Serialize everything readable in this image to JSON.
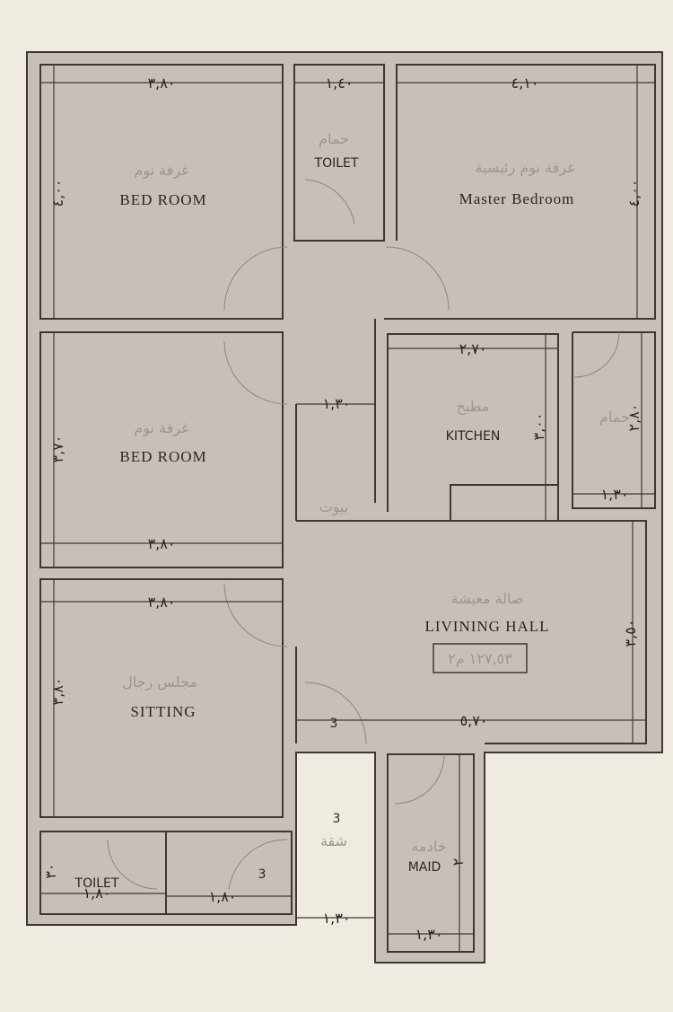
{
  "rooms": {
    "bedroom1": {
      "ar": "غرفة نوم",
      "en": "BED ROOM",
      "width": "٣,٨٠",
      "height": "٤,٠٠"
    },
    "master": {
      "ar": "غرفة نوم رئيسية",
      "en": "Master Bedroom",
      "width": "٤,١٠",
      "height": "٤,٠٠"
    },
    "toilet_top": {
      "ar": "حمام",
      "en": "TOILET",
      "width": "١,٤٠"
    },
    "bedroom2": {
      "ar": "غرفة نوم",
      "en": "BED ROOM",
      "width_top": "١,٣٠",
      "width": "٣,٨٠",
      "height": "٣,٧٠"
    },
    "kitchen": {
      "ar": "مطبخ",
      "en": "KITCHEN",
      "width": "٢,٧٠",
      "height": "٣,٠٠"
    },
    "bath_right": {
      "ar": "حمام",
      "width": "١,٣٠",
      "height": "٢,٨٠"
    },
    "living": {
      "ar": "صالة معيشة",
      "en": "LIVINING HALL",
      "area": "١٢٧,٥٣ م٢",
      "width": "٥,٧٠",
      "height": "٣,٥٠"
    },
    "sitting": {
      "ar": "مجلس رجال",
      "en": "SITTING",
      "width": "٣,٨٠",
      "height": "٣,٨٠"
    },
    "toilet_bottom": {
      "en": "TOILET",
      "width": "١,٨٠",
      "height": "٣٠"
    },
    "corridor_bottom": {
      "width": "١,٨٠",
      "stair_mark": "3"
    },
    "maid": {
      "ar": "خادمه",
      "en": "MAID",
      "width": "١,٣٠",
      "height": "٢"
    },
    "apartment": {
      "ar": "شقة",
      "number": "3"
    },
    "entry": {
      "width": "١,٣٠",
      "number": "3"
    }
  },
  "watermark": "بيوت",
  "colors": {
    "fill": "#c8bfb9",
    "wall": "#3e3835",
    "background": "#efebe0"
  }
}
